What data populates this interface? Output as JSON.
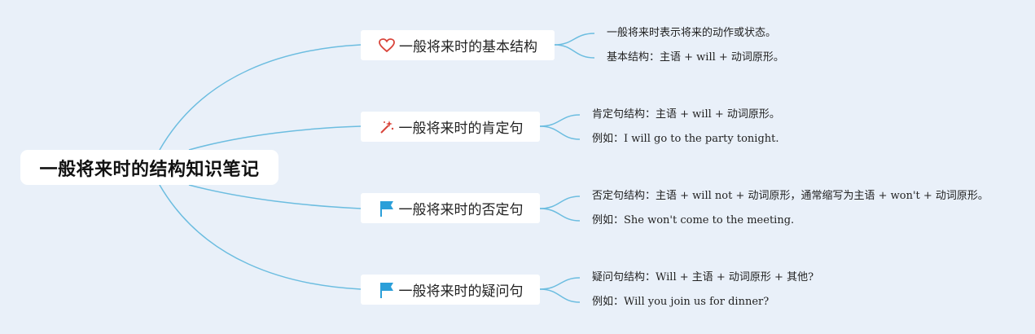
{
  "root": {
    "title": "一般将来时的结构知识笔记"
  },
  "branches": [
    {
      "label": "一般将来时的基本结构",
      "icon": "heart-icon",
      "leaves": [
        "一般将来时表示将来的动作或状态。",
        "基本结构：主语 + will + 动词原形。"
      ]
    },
    {
      "label": "一般将来时的肯定句",
      "icon": "magic-wand-icon",
      "leaves": [
        "肯定句结构：主语 + will + 动词原形。",
        "例如：I will go to the party tonight."
      ]
    },
    {
      "label": "一般将来时的否定句",
      "icon": "flag-icon",
      "leaves": [
        "否定句结构：主语 + will not + 动词原形，通常缩写为主语 + won't + 动词原形。",
        "例如：She won't come to the meeting."
      ]
    },
    {
      "label": "一般将来时的疑问句",
      "icon": "flag-icon",
      "leaves": [
        "疑问句结构：Will + 主语 + 动词原形 + 其他?",
        "例如：Will you join us for dinner?"
      ]
    }
  ],
  "colors": {
    "line": "#6cbde0",
    "heart": "#d9453b",
    "wand": "#d9453b",
    "flag": "#2b9fd9",
    "background": "#e9f0f9"
  }
}
